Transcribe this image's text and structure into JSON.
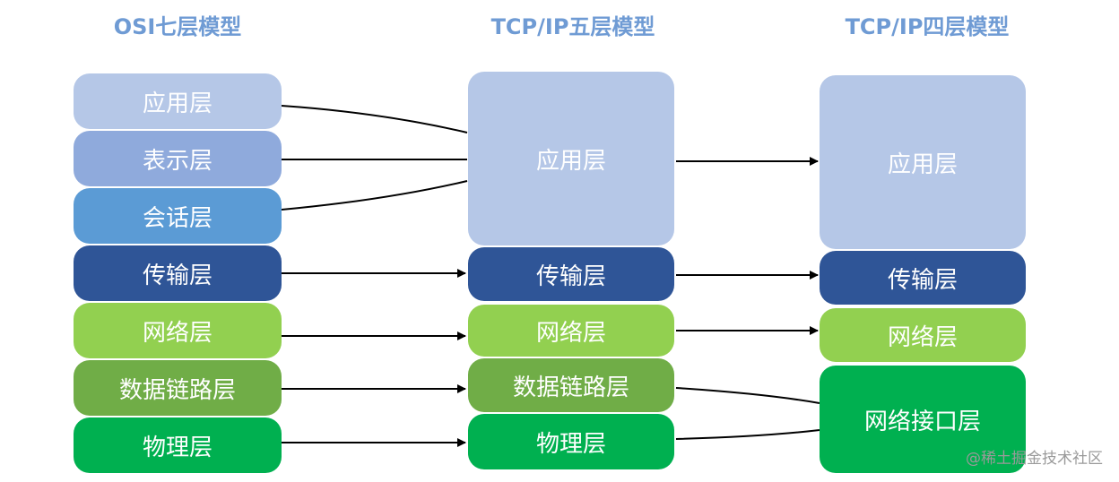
{
  "titles": {
    "osi": "OSI七层模型",
    "five": "TCP/IP五层模型",
    "four": "TCP/IP四层模型"
  },
  "osi_layers": [
    "应用层",
    "表示层",
    "会话层",
    "传输层",
    "网络层",
    "数据链路层",
    "物理层"
  ],
  "five_layers": [
    "应用层",
    "传输层",
    "网络层",
    "数据链路层",
    "物理层"
  ],
  "four_layers": [
    "应用层",
    "传输层",
    "网络层",
    "网络接口层"
  ],
  "colors": {
    "title": "#6f9bd4",
    "application_light": "#b5c7e7",
    "presentation": "#8faadc",
    "session": "#5b9bd5",
    "transport": "#2f5597",
    "network": "#92d050",
    "datalink": "#70ad47",
    "physical": "#00b050",
    "network_interface": "#00b050",
    "arrow": "#000000"
  },
  "watermark": "@稀土掘金技术社区"
}
